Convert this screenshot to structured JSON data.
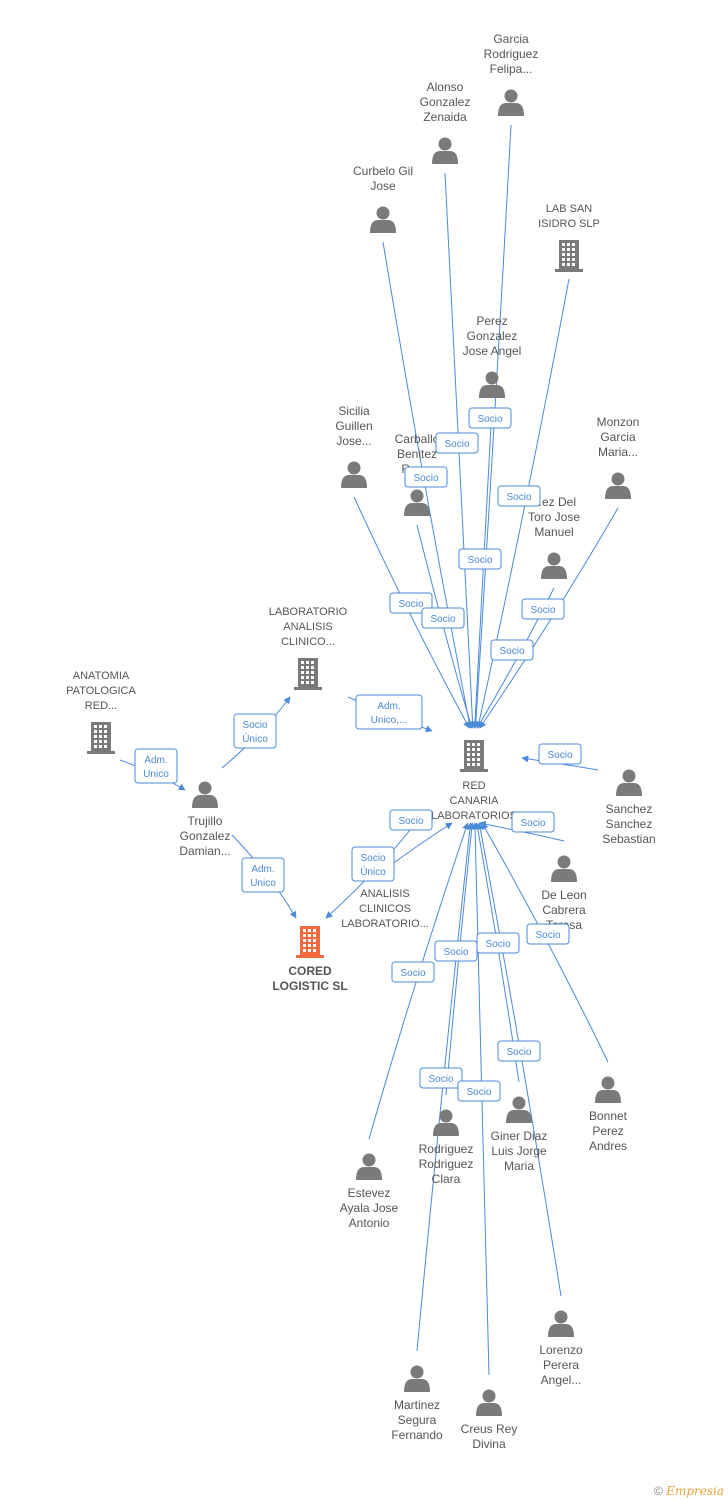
{
  "colors": {
    "edge": "#4a8ad8",
    "node": "#7a7a7a",
    "target": "#f26a3d"
  },
  "nodes": [
    {
      "id": "cored",
      "type": "company",
      "highlight": true,
      "lines": [
        "CORED",
        "LOGISTIC SL"
      ]
    },
    {
      "id": "redcanaria",
      "type": "company",
      "lines": [
        "RED",
        "CANARIA",
        "LABORATORIOS"
      ]
    },
    {
      "id": "labanalisis",
      "type": "company",
      "lines": [
        "LABORATORIO",
        "ANALISIS",
        "CLINICO..."
      ]
    },
    {
      "id": "anatomia",
      "type": "company",
      "lines": [
        "ANATOMIA",
        "PATOLOGICA",
        "RED..."
      ]
    },
    {
      "id": "labsanisidro",
      "type": "company",
      "lines": [
        "LAB SAN",
        "ISIDRO SLP"
      ]
    },
    {
      "id": "analisisclinicos",
      "type": "company",
      "lines": [
        "ANALISIS",
        "CLINICOS",
        "LABORATORIO..."
      ]
    },
    {
      "id": "trujillo",
      "type": "person",
      "lines": [
        "Trujillo",
        "Gonzalez",
        "Damian..."
      ]
    },
    {
      "id": "garcia",
      "type": "person",
      "lines": [
        "Garcia",
        "Rodriguez",
        "Felipa..."
      ]
    },
    {
      "id": "alonso",
      "type": "person",
      "lines": [
        "Alonso",
        "Gonzalez",
        "Zenaida"
      ]
    },
    {
      "id": "curbelo",
      "type": "person",
      "lines": [
        "Curbelo Gil",
        "Jose"
      ]
    },
    {
      "id": "perez",
      "type": "person",
      "lines": [
        "Perez",
        "Gonzalez",
        "Jose Angel"
      ]
    },
    {
      "id": "sicilia",
      "type": "person",
      "lines": [
        "Sicilia",
        "Guillen",
        "Jose..."
      ]
    },
    {
      "id": "carballo",
      "type": "person",
      "lines": [
        "Carballo",
        "Benitez",
        "Ros..."
      ]
    },
    {
      "id": "monzon",
      "type": "person",
      "lines": [
        "Monzon",
        "Garcia",
        "Maria..."
      ]
    },
    {
      "id": "delToro",
      "type": "person",
      "lines": [
        "...ez Del",
        "Toro Jose",
        "Manuel"
      ]
    },
    {
      "id": "sanchez",
      "type": "person",
      "lines": [
        "Sanchez",
        "Sanchez",
        "Sebastian"
      ]
    },
    {
      "id": "deleon",
      "type": "person",
      "lines": [
        "De Leon",
        "Cabrera",
        "Teresa"
      ]
    },
    {
      "id": "bonnet",
      "type": "person",
      "lines": [
        "Bonnet",
        "Perez",
        "Andres"
      ]
    },
    {
      "id": "estevez",
      "type": "person",
      "lines": [
        "Estevez",
        "Ayala Jose",
        "Antonio"
      ]
    },
    {
      "id": "rodriguez",
      "type": "person",
      "lines": [
        "Rodriguez",
        "Rodriguez",
        "Clara"
      ]
    },
    {
      "id": "giner",
      "type": "person",
      "lines": [
        "Giner Diaz",
        "Luis Jorge",
        "Maria"
      ]
    },
    {
      "id": "lorenzo",
      "type": "person",
      "lines": [
        "Lorenzo",
        "Perera",
        "Angel..."
      ]
    },
    {
      "id": "martinez",
      "type": "person",
      "lines": [
        "Martinez",
        "Segura",
        "Fernando"
      ]
    },
    {
      "id": "creus",
      "type": "person",
      "lines": [
        "Creus Rey",
        "Divina"
      ]
    }
  ],
  "edges": [
    {
      "from": "garcia",
      "to": "redcanaria",
      "label": [
        "Socio"
      ]
    },
    {
      "from": "alonso",
      "to": "redcanaria",
      "label": [
        "Socio"
      ]
    },
    {
      "from": "curbelo",
      "to": "redcanaria",
      "label": [
        "Socio"
      ]
    },
    {
      "from": "labsanisidro",
      "to": "redcanaria",
      "label": [
        "Socio"
      ]
    },
    {
      "from": "perez",
      "to": "redcanaria",
      "label": [
        "Socio"
      ]
    },
    {
      "from": "sicilia",
      "to": "redcanaria",
      "label": [
        "Socio"
      ]
    },
    {
      "from": "carballo",
      "to": "redcanaria",
      "label": [
        "Socio"
      ]
    },
    {
      "from": "monzon",
      "to": "redcanaria",
      "label": [
        "Socio"
      ]
    },
    {
      "from": "delToro",
      "to": "redcanaria",
      "label": [
        "Socio"
      ]
    },
    {
      "from": "labanalisis",
      "to": "redcanaria",
      "label": [
        "Adm.",
        "Unico,..."
      ]
    },
    {
      "from": "sanchez",
      "to": "redcanaria",
      "label": [
        "Socio"
      ]
    },
    {
      "from": "deleon",
      "to": "redcanaria",
      "label": [
        "Socio"
      ]
    },
    {
      "from": "bonnet",
      "to": "redcanaria",
      "label": [
        "Socio"
      ]
    },
    {
      "from": "estevez",
      "to": "redcanaria",
      "label": [
        "Socio"
      ]
    },
    {
      "from": "rodriguez",
      "to": "redcanaria",
      "label": [
        "Socio"
      ]
    },
    {
      "from": "giner",
      "to": "redcanaria",
      "label": [
        "Socio"
      ]
    },
    {
      "from": "lorenzo",
      "to": "redcanaria",
      "label": [
        "Socio"
      ]
    },
    {
      "from": "martinez",
      "to": "redcanaria",
      "label": [
        "Socio"
      ]
    },
    {
      "from": "creus",
      "to": "redcanaria",
      "label": [
        "Socio"
      ]
    },
    {
      "from": "analisisclinicos",
      "to": "redcanaria",
      "label": [
        "Socio"
      ]
    },
    {
      "from": "redcanaria",
      "to": "cored",
      "label": [
        "Socio",
        "Único"
      ]
    },
    {
      "from": "trujillo",
      "to": "labanalisis",
      "label": [
        "Socio",
        "Único"
      ]
    },
    {
      "from": "trujillo",
      "to": "cored",
      "label": [
        "Adm.",
        "Unico"
      ]
    },
    {
      "from": "anatomia",
      "to": "trujillo",
      "label": [
        "Adm.",
        "Unico"
      ]
    }
  ],
  "footer": {
    "copyright": "©",
    "brand": "Empresia"
  }
}
